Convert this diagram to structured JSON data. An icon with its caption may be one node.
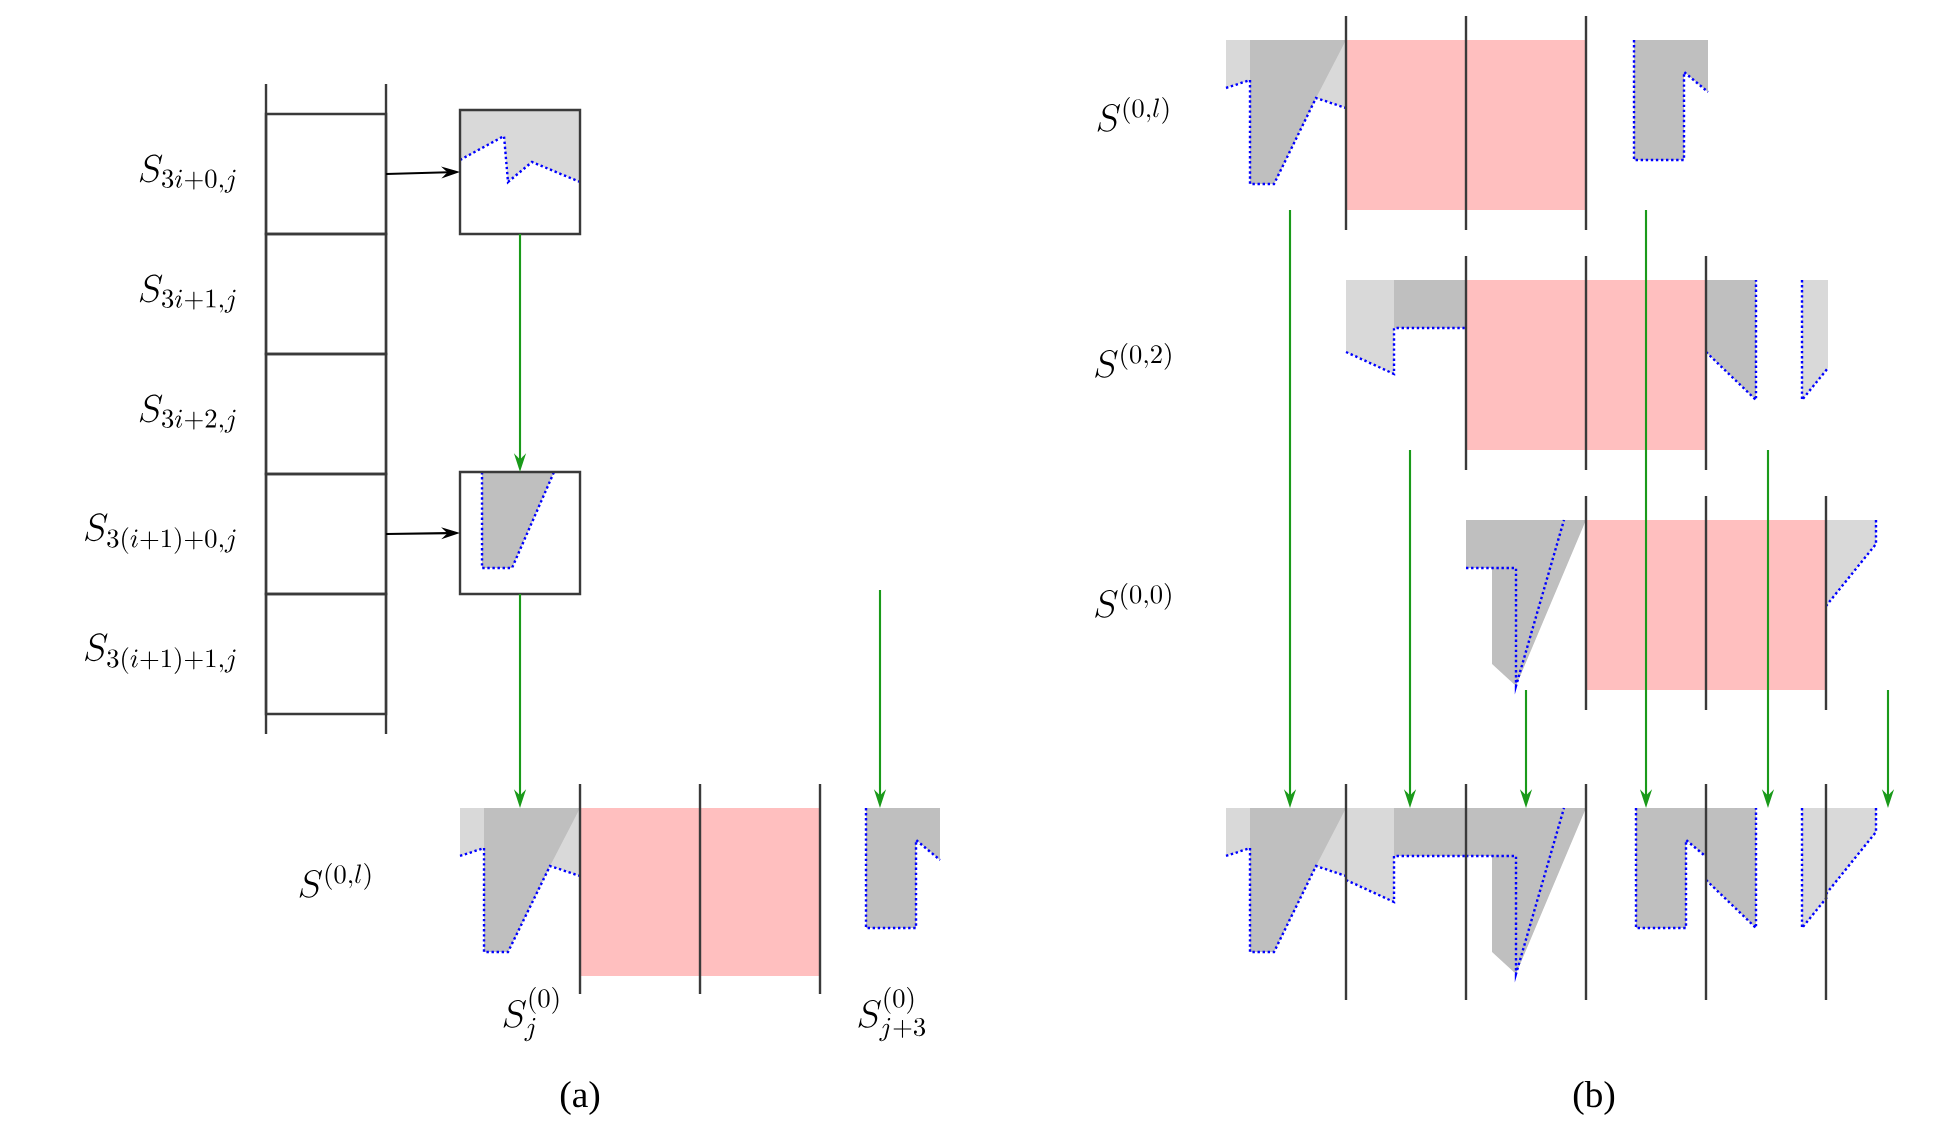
{
  "diagram": {
    "nodes": [
      {
        "text": [],
        "shape": "box",
        "beside": [
          "S_{3i+0,j}"
        ]
      },
      {
        "text": [],
        "shape": "box",
        "beside": [
          "S_{3i+1,j}"
        ]
      },
      {
        "text": [],
        "shape": "box",
        "beside": [
          "S_{3i+2,j}"
        ]
      },
      {
        "text": [],
        "shape": "box",
        "beside": [
          "S_{3(i+1)+0,j}"
        ]
      },
      {
        "text": [],
        "shape": "box",
        "beside": [
          "S_{3(i+1)+1,j}"
        ]
      },
      {
        "text": [],
        "shape": "box"
      },
      {
        "text": [],
        "shape": "box"
      },
      {
        "text": [],
        "shape": "polygon"
      },
      {
        "text": [],
        "shape": "polygon"
      },
      {
        "text": [],
        "shape": "polygon"
      },
      {
        "text": [],
        "shape": "polygon"
      },
      {
        "text": [],
        "shape": "polygon"
      },
      {
        "text": [],
        "shape": "polygon"
      },
      {
        "text": [],
        "shape": "polygon"
      },
      {
        "text": [],
        "shape": "polygon"
      },
      {
        "text": [],
        "shape": "polygon"
      },
      {
        "text": [],
        "shape": "polygon"
      },
      {
        "text": [],
        "shape": "polygon"
      },
      {
        "text": [],
        "shape": "polygon"
      },
      {
        "text": [],
        "shape": "polygon"
      },
      {
        "text": [],
        "shape": "polygon"
      },
      {
        "text": [],
        "shape": "band"
      },
      {
        "text": [],
        "shape": "band"
      },
      {
        "text": [],
        "shape": "band"
      },
      {
        "text": [],
        "shape": "band"
      }
    ],
    "edges": [
      {
        "from": 0,
        "to": 5,
        "arrow": "to",
        "color": "#000000"
      },
      {
        "from": 3,
        "to": 6,
        "arrow": "to",
        "color": "#000000"
      },
      {
        "from": 5,
        "to": 6,
        "arrow": "to"
      },
      {
        "from": 6,
        "to": 7,
        "arrow": "to"
      },
      {
        "from": null,
        "to": 8,
        "arrow": "to"
      },
      {
        "from": null,
        "to": 15,
        "arrow": "to"
      },
      {
        "from": null,
        "to": 16,
        "arrow": "to"
      },
      {
        "from": 13,
        "to": 17,
        "arrow": "to"
      },
      {
        "from": null,
        "to": 18,
        "arrow": "to"
      },
      {
        "from": null,
        "to": 19,
        "arrow": "to"
      },
      {
        "from": null,
        "to": 20,
        "arrow": "to"
      }
    ],
    "labels": [
      "S^{(0,l)}",
      "S_j^{(0)}",
      "S_{j+3}^{(0)}",
      "(a)",
      "S^{(0,l)}",
      "S^{(0,2)}",
      "S^{(0,0)}",
      "(b)"
    ]
  }
}
